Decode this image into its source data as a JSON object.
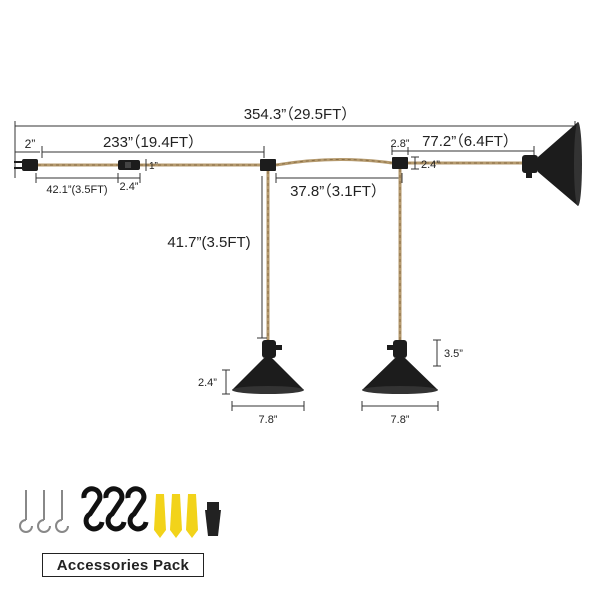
{
  "dimensions": {
    "total": "354.3”（29.5FT）",
    "plug_to_first_tee": "233”（19.4FT）",
    "plug_length": "2”",
    "plug_to_switch": "42.1”(3.5FT)",
    "switch_length": "2.4”",
    "switch_height": "1”",
    "tee_to_tee": "37.8”（3.1FT）",
    "connector_width": "2.8”",
    "connector_height": "2.4”",
    "tee_to_end_lamp": "77.2”（6.4FT）",
    "drop_length": "41.7”(3.5FT)",
    "shade_height_left": "2.4”",
    "shade_height_right": "3.5”",
    "shade_width_left": "7.8”",
    "shade_width_right": "7.8”"
  },
  "accessories": {
    "label": "Accessories Pack",
    "items": [
      "hook-icon",
      "hook-icon",
      "hook-icon",
      "screw-hook-icon",
      "screw-hook-icon",
      "screw-hook-icon",
      "wall-anchor-icon",
      "wall-anchor-icon",
      "wall-anchor-icon",
      "strain-relief-icon"
    ]
  },
  "colors": {
    "rope": "#b59a6e",
    "lamp": "#1c1c1c",
    "anchor": "#f2d31a"
  }
}
